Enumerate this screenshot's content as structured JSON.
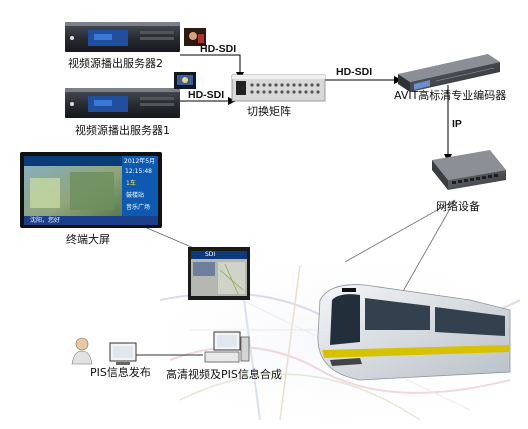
{
  "labels": {
    "server2": "视频源播出服务器2",
    "server1": "视频源播出服务器1",
    "switch_matrix": "切换矩阵",
    "encoder": "AVIT高标清专业编码器",
    "network": "网络设备",
    "terminal": "终端大屏",
    "pis_release": "PIS信息发布",
    "hd_compose": "高清视频及PIS信息合成"
  },
  "links": {
    "hdsdi_top": "HD-SDI",
    "hdsdi_mid": "HD-SDI",
    "hdsdi_right": "HD-SDI",
    "ip": "IP"
  },
  "screen": {
    "date": "2012年5月",
    "time": "12:15:48",
    "board_1": "1车",
    "board_2": "鼓楼站",
    "board_3": "音乐广场",
    "banner": "沈阳，您好"
  },
  "monitor_label": "SDI"
}
